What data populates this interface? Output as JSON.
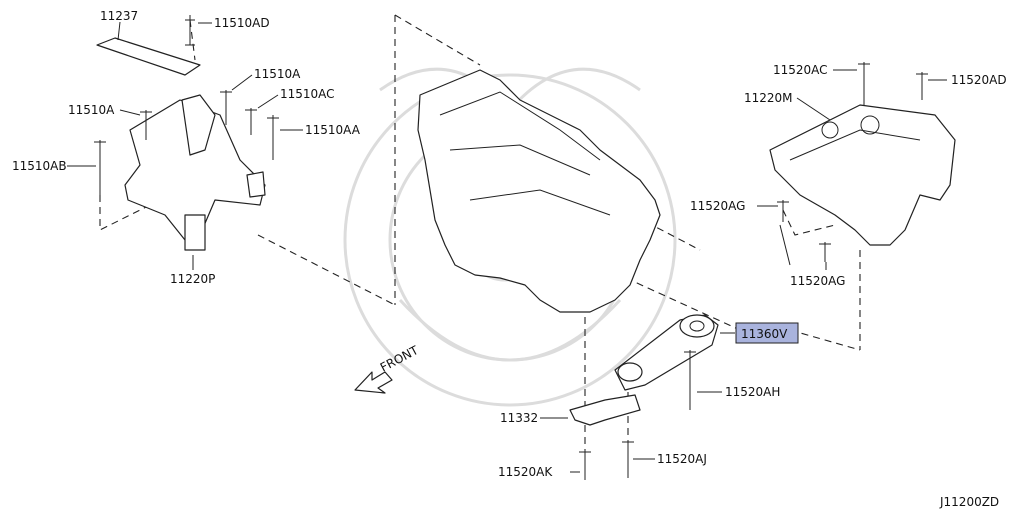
{
  "diagram": {
    "code": "J11200ZD",
    "front_label": "FRONT",
    "highlighted_part": "11360V",
    "parts": [
      "11237",
      "11510AD",
      "11510A",
      "11510AC",
      "11510A",
      "11510AA",
      "11510AB",
      "11220P",
      "11520AC",
      "11520AD",
      "11220M",
      "11520AG",
      "11520AG",
      "11360V",
      "11520AH",
      "11332",
      "11520AK",
      "11520AJ"
    ]
  },
  "colors": {
    "highlight_fill": "#a9b3dd",
    "highlight_border": "#222222",
    "line": "#222222",
    "watermark": "#dcdcdc"
  }
}
